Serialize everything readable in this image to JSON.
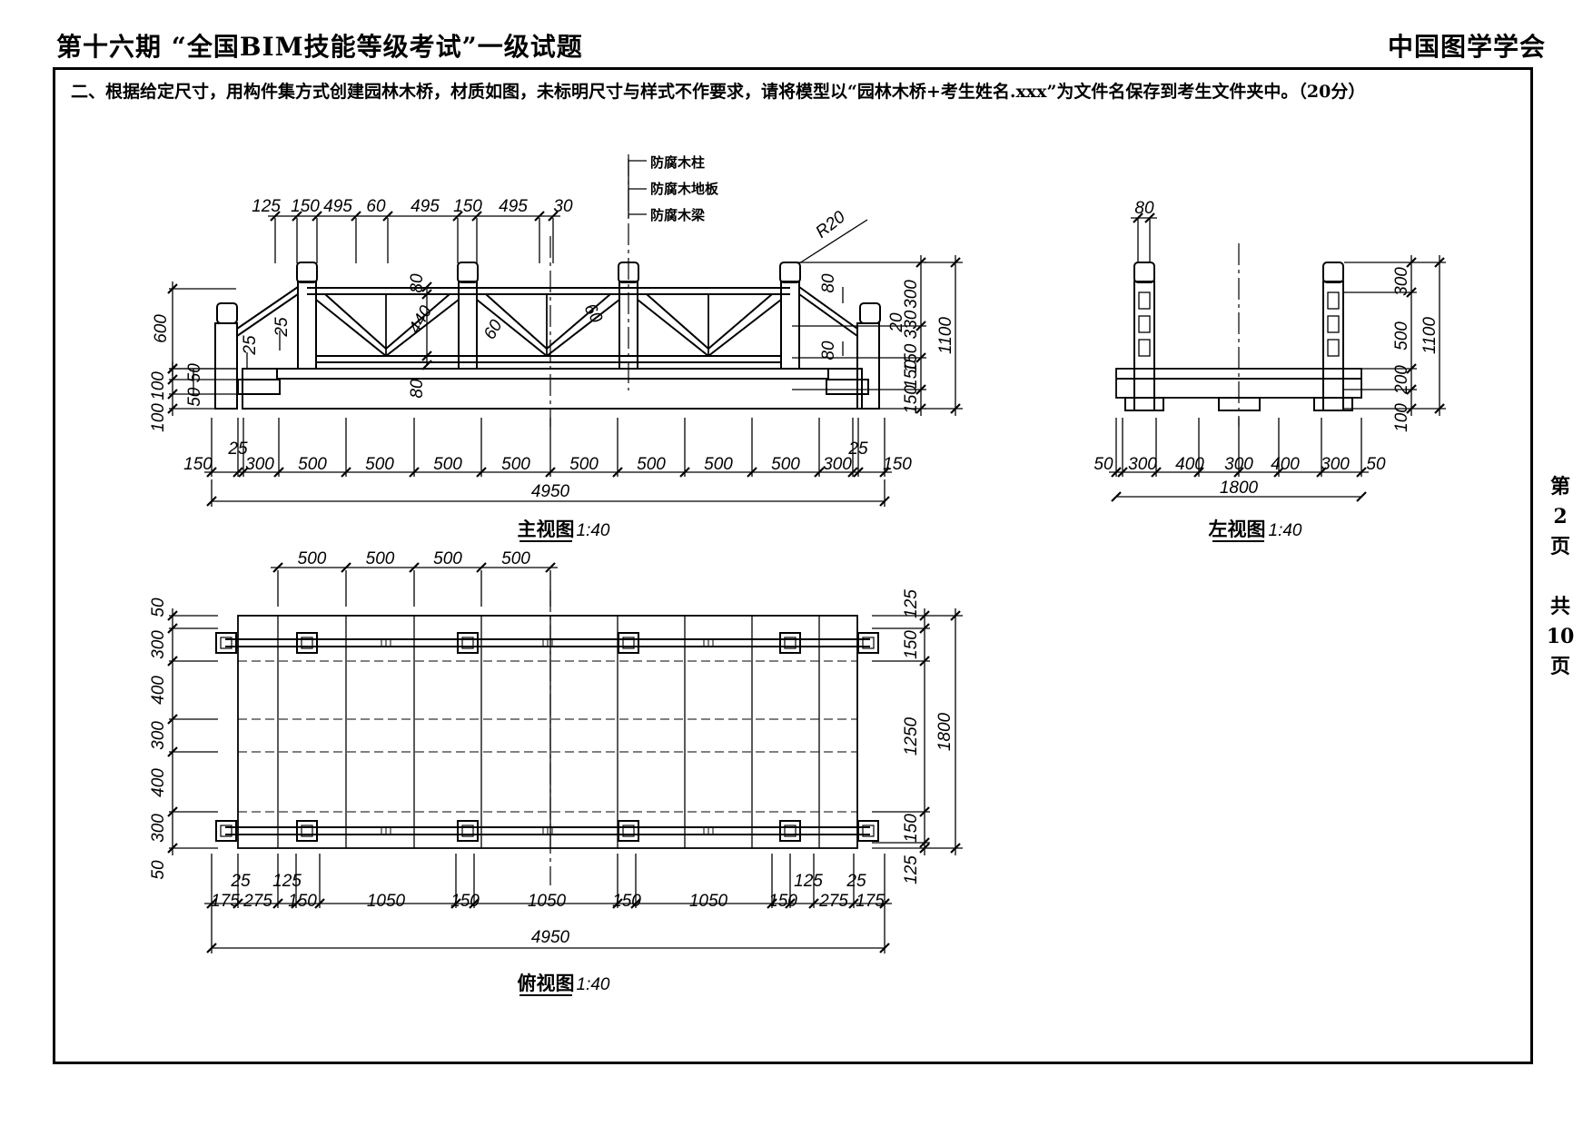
{
  "header": {
    "title": "第十六期 “全国BIM技能等级考试”一级试题",
    "society": "中国图学学会"
  },
  "question": "二、根据给定尺寸，用构件集方式创建园林木桥，材质如图，未标明尺寸与样式不作要求，请将模型以“园林木桥+考生姓名.xxx”为文件名保存到考生文件夹中。（20分）",
  "page": {
    "chars": [
      "第",
      "2",
      "页",
      "",
      "共",
      "10",
      "页"
    ]
  },
  "materials": [
    "防腐木柱",
    "防腐木地板",
    "防腐木梁"
  ],
  "front_view": {
    "title": "主视图",
    "scale": "1:40",
    "top_dims": [
      "125",
      "150",
      "495",
      "60",
      "495",
      "150",
      "495",
      "30"
    ],
    "left_dims": [
      "600",
      "25",
      "25",
      "100",
      "50 50",
      "100"
    ],
    "mid_dims": [
      "80",
      "440",
      "80",
      "60",
      "60",
      "80",
      "80",
      "R20",
      "20"
    ],
    "right_dims": [
      "300",
      "150",
      "330",
      "150",
      "150",
      "1100"
    ],
    "bottom_dims": [
      "150",
      "25",
      "300",
      "500",
      "500",
      "500",
      "500",
      "500",
      "500",
      "500",
      "500",
      "300",
      "25",
      "150"
    ],
    "total": "4950"
  },
  "side_view": {
    "title": "左视图",
    "scale": "1:40",
    "top_dims": [
      "80"
    ],
    "right_dims": [
      "300",
      "500",
      "200",
      "100",
      "1100"
    ],
    "bottom_dims": [
      "50",
      "300",
      "400",
      "300",
      "400",
      "300",
      "50"
    ],
    "total": "1800"
  },
  "plan_view": {
    "title": "俯视图",
    "scale": "1:40",
    "top_dims": [
      "500",
      "500",
      "500",
      "500"
    ],
    "left_dims": [
      "50",
      "300",
      "400",
      "300",
      "400",
      "300",
      "50"
    ],
    "right_dims": [
      "125",
      "150",
      "1250",
      "150",
      "125",
      "1800"
    ],
    "bottom_upper": [
      "25",
      "125",
      "125",
      "25"
    ],
    "bottom_dims": [
      "175",
      "275",
      "150",
      "1050",
      "150",
      "1050",
      "150",
      "1050",
      "150",
      "275",
      "175"
    ],
    "total": "4950"
  }
}
